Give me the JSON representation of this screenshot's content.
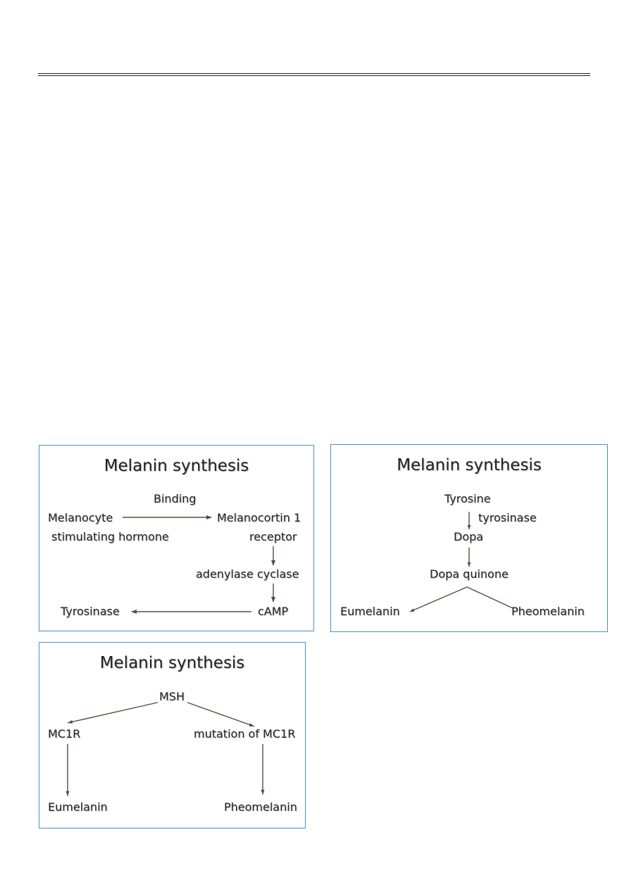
{
  "panels": [
    {
      "title": "Melanin synthesis",
      "labels": {
        "binding": "Binding",
        "melanocyte": "Melanocyte",
        "stimulating_hormone": "stimulating hormone",
        "melanocortin": "Melanocortin 1",
        "receptor": "receptor",
        "adenylase": "adenylase cyclase",
        "camp": "cAMP",
        "tyrosinase": "Tyrosinase"
      }
    },
    {
      "title": "Melanin synthesis",
      "labels": {
        "tyrosine": "Tyrosine",
        "tyrosinase": "tyrosinase",
        "dopa": "Dopa",
        "dopa_quinone": "Dopa quinone",
        "eumelanin": "Eumelanin",
        "pheomelanin": "Pheomelanin"
      }
    },
    {
      "title": "Melanin synthesis",
      "labels": {
        "msh": "MSH",
        "mc1r": "MC1R",
        "mutation": "mutation of MC1R",
        "eumelanin": "Eumelanin",
        "pheomelanin": "Pheomelanin"
      }
    }
  ],
  "colors": {
    "panel_border": "#4a90c8",
    "arrow": "#5b4a42",
    "text": "#231f20"
  }
}
